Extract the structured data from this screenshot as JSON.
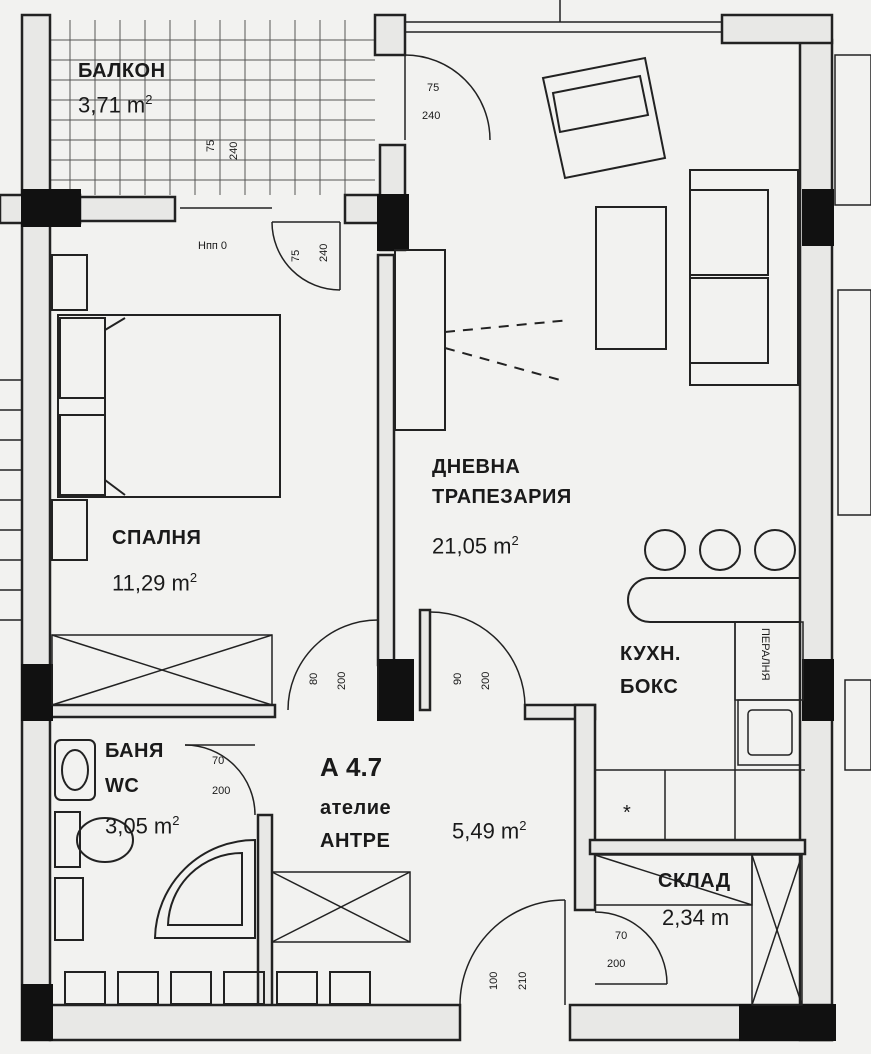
{
  "unit_code": "А 4.7",
  "unit_type": "ателие",
  "rooms": {
    "balcony": {
      "name": "БАЛКОН",
      "area": "3,71 m",
      "sup": "2"
    },
    "bedroom": {
      "name": "СПАЛНЯ",
      "area": "11,29 m",
      "sup": "2"
    },
    "living": {
      "name_line1": "ДНЕВНА",
      "name_line2": "ТРАПЕЗАРИЯ",
      "area": "21,05 m",
      "sup": "2"
    },
    "kitchen": {
      "name_line1": "КУХН.",
      "name_line2": "БОКС",
      "appliance": "ПЕРАЛНЯ"
    },
    "bathroom": {
      "name_line1": "БАНЯ",
      "name_line2": "WC",
      "area": "3,05 m",
      "sup": "2"
    },
    "entry": {
      "name": "АНТРЕ",
      "area": "5,49 m",
      "sup": "2"
    },
    "storage": {
      "name": "СКЛАД",
      "area": "2,34 m"
    }
  },
  "dimensions": {
    "balcony_door_w": "75",
    "balcony_door_h": "240",
    "balcony_win_w": "75",
    "balcony_win_h": "240",
    "bedroom_balcony_w": "75",
    "bedroom_balcony_h": "240",
    "sill": "Нпп 0",
    "bedroom_door_w": "80",
    "bedroom_door_h": "200",
    "living_door_w": "90",
    "living_door_h": "200",
    "bath_door_w": "70",
    "bath_door_h": "200",
    "entry_door_w": "100",
    "entry_door_h": "210",
    "storage_door_w": "70",
    "storage_door_h": "200"
  },
  "marker": "*"
}
